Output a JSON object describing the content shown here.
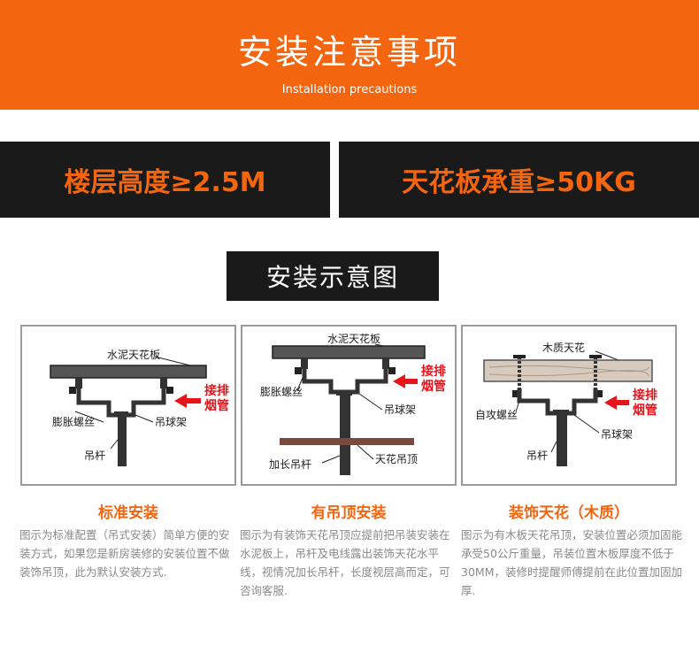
{
  "header": {
    "title": "安装注意事项",
    "subtitle": "Installation precautions",
    "bg_color": "#f4650f"
  },
  "requirements": {
    "floor_height": "楼层高度≥2.5M",
    "ceiling_load": "天花板承重≥50KG"
  },
  "diagram_section": {
    "title": "安装示意图"
  },
  "panels": [
    {
      "labels": {
        "ceiling": "水泥天花板",
        "bolt": "膨胀螺丝",
        "pipe1": "接排",
        "pipe2": "烟管",
        "bracket": "吊球架",
        "rod": "吊杆"
      },
      "caption": "标准安装",
      "description": "图示为标准配置（吊式安装）简单方便的安装方式，如果您是新房装修的安装位置不做装饰吊顶，此为默认安装方式."
    },
    {
      "labels": {
        "ceiling": "水泥天花板",
        "bolt": "膨胀螺丝",
        "pipe1": "接排",
        "pipe2": "烟管",
        "bracket": "吊球架",
        "rod": "加长吊杆",
        "suspended": "天花吊顶"
      },
      "caption": "有吊顶安装",
      "description": "图示为有装饰天花吊顶应提前把吊装安装在水泥板上，吊杆及电线露出装饰天花水平线，视情况加长吊杆，长度视层高而定，可咨询客服."
    },
    {
      "labels": {
        "ceiling": "木质天花",
        "bolt": "自攻螺丝",
        "pipe1": "接排",
        "pipe2": "烟管",
        "bracket": "吊球架",
        "rod": "吊杆"
      },
      "caption": "装饰天花（木质）",
      "description": "图示为有木板天花吊顶，安装位置必须加固能承受50公斤重量，吊装位置木板厚度不低于30MM，装修时提醒师傅提前在此位置加固加厚."
    }
  ]
}
